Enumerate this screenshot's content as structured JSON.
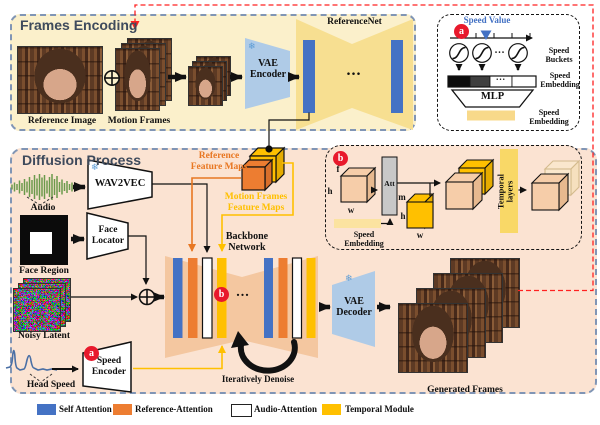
{
  "frames_encoding": {
    "title": "Frames Encoding",
    "reference_image_label": "Reference Image",
    "motion_frames_label": "Motion Frames",
    "vae_encoder_label": "VAE Encoder",
    "referencenet_label": "ReferenceNet",
    "ellipsis": "..."
  },
  "speed_module": {
    "marker": "a",
    "speed_value_label": "Speed Value",
    "speed_buckets_label": "Speed Buckets",
    "embedding_label_top": "Speed Embedding",
    "bar_ellipsis": "...",
    "circles_ellipsis": "...",
    "mlp_label": "MLP",
    "embedding_label_bottom": "Speed Embedding"
  },
  "diffusion": {
    "title": "Diffusion Process",
    "audio_label": "Audio",
    "wav2vec_label": "WAV2VEC",
    "face_region_label": "Face Region",
    "face_locator_label": "Face Locator",
    "noisy_latent_label": "Noisy Latent",
    "head_speed_label": "Head Speed",
    "speed_encoder_label": "Speed Encoder",
    "speed_encoder_marker": "a",
    "backbone_label": "Backbone Network",
    "backbone_marker": "b",
    "ellipsis": "...",
    "iteratively_denoise_label": "Iteratively Denoise",
    "vae_decoder_label": "VAE Decoder",
    "generated_frames_label": "Generated Frames",
    "reference_feature_maps_label": "Reference Feature Maps",
    "motion_feature_maps_label": "Motion Frames Feature Maps"
  },
  "temporal_module": {
    "marker": "b",
    "dims": {
      "f": "f",
      "h": "h",
      "w": "w",
      "m": "m"
    },
    "att_label": "Att",
    "speed_embedding_label": "Speed Embedding",
    "temporal_layers_label": "Temporal layers"
  },
  "icons": {
    "snowflake": "❄"
  },
  "legend": {
    "items": [
      {
        "label": "Self Attention",
        "color": "#4472C4"
      },
      {
        "label": "Reference-Attention",
        "color": "#ED7D31"
      },
      {
        "label": "Audio-Attention",
        "color": "#FFFFFF"
      },
      {
        "label": "Temporal Module",
        "color": "#FFC000"
      }
    ]
  }
}
